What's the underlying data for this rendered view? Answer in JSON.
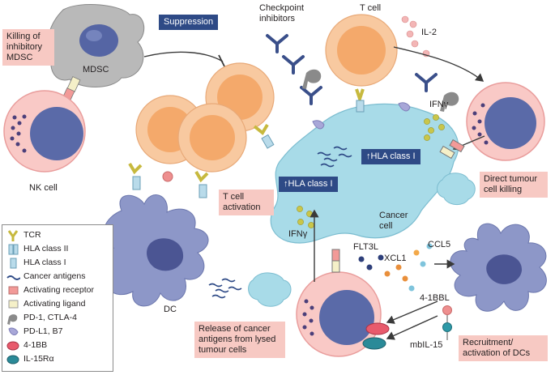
{
  "labels": {
    "killing_mdsc": "Killing of inhibitory MDSC",
    "mdsc": "MDSC",
    "nk_cell": "NK cell",
    "suppression": "Suppression",
    "checkpoint_inhibitors": "Checkpoint inhibitors",
    "t_cell": "T cell",
    "il2": "IL-2",
    "ifng_top": "IFNγ",
    "hla_up_1": "↑HLA class I",
    "hla_up_2": "↑HLA class I",
    "t_cell_activation": "T cell activation",
    "direct_killing": "Direct tumour cell killing",
    "cancer_cell": "Cancer cell",
    "ifng_mid": "IFNγ",
    "dc": "DC",
    "flt3l": "FLT3L",
    "xcl1": "XCL1",
    "ccl5": "CCL5",
    "ligand_41bbl": "4-1BBL",
    "mbil15": "mbIL-15",
    "release_antigens": "Release of cancer antigens from lysed tumour cells",
    "recruitment": "Recruitment/ activation of DCs"
  },
  "legend": [
    {
      "icon": "tcr-icon",
      "label": "TCR"
    },
    {
      "icon": "hla-class-ii-icon",
      "label": "HLA class II"
    },
    {
      "icon": "hla-class-i-icon",
      "label": "HLA class I"
    },
    {
      "icon": "cancer-antigens-icon",
      "label": "Cancer antigens"
    },
    {
      "icon": "activating-receptor-icon",
      "label": "Activating receptor"
    },
    {
      "icon": "activating-ligand-icon",
      "label": "Activating ligand"
    },
    {
      "icon": "pd1-ctla4-icon",
      "label": "PD-1, CTLA-4"
    },
    {
      "icon": "pdl1-b7-icon",
      "label": "PD-L1, B7"
    },
    {
      "icon": "4-1bb-icon",
      "label": "4-1BB"
    },
    {
      "icon": "il15ra-icon",
      "label": "IL-15Rα"
    }
  ],
  "colors": {
    "nk_outer": "#f9c9c6",
    "nk_nucleus": "#5a6aa8",
    "t_cell_outer": "#f8c9a0",
    "t_cell_inner": "#f4a96b",
    "cancer_cell": "#a8dbe8",
    "dc": "#8d97c8",
    "mdsc": "#b7b7b7",
    "pink_box": "#f7c9c3",
    "dark_box": "#2e4a86",
    "antibody": "#3a4f8a",
    "ifng_dot": "#c9c64a",
    "il2_dot": "#f3b6b6"
  }
}
